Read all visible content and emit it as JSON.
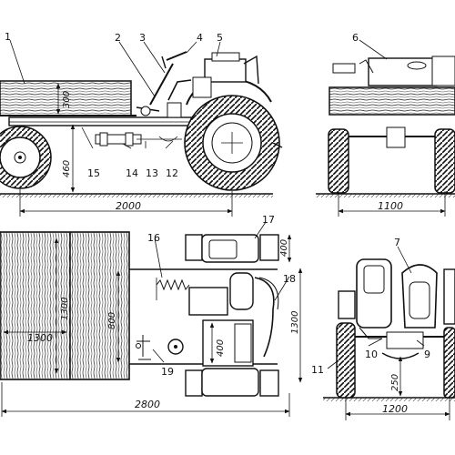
{
  "callouts": [
    "1",
    "2",
    "3",
    "4",
    "5",
    "6",
    "7",
    "9",
    "10",
    "11",
    "12",
    "13",
    "14",
    "15",
    "16",
    "17",
    "18",
    "19"
  ],
  "dimensions": {
    "wheelbase": "2000",
    "ground_clearance": "460",
    "platform_side_height": "300",
    "front_track": "1100",
    "platform_length": "1300",
    "platform_width": "1300",
    "frame_width": "800",
    "seat_width": "400",
    "fender_height": "400",
    "overall_width": "1300",
    "overall_length": "2800",
    "rear_clearance": "250",
    "rear_track": "1200"
  }
}
